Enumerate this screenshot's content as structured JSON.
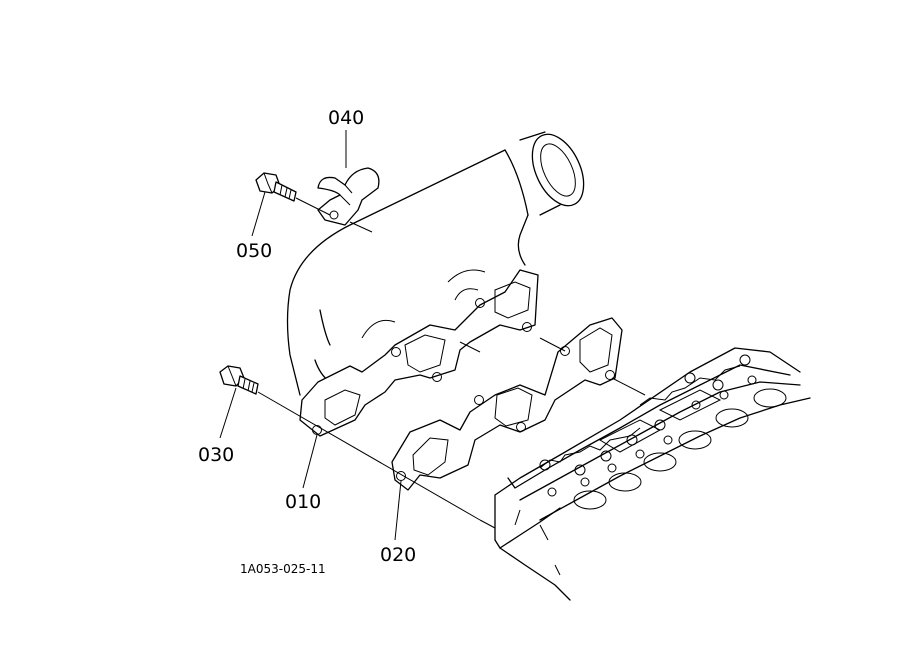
{
  "parts": [
    {
      "id": "p010",
      "number": "010"
    },
    {
      "id": "p020",
      "number": "020"
    },
    {
      "id": "p030",
      "number": "030"
    },
    {
      "id": "p040",
      "number": "040"
    },
    {
      "id": "p050",
      "number": "050"
    }
  ],
  "drawing_code": "1A053-025-11"
}
